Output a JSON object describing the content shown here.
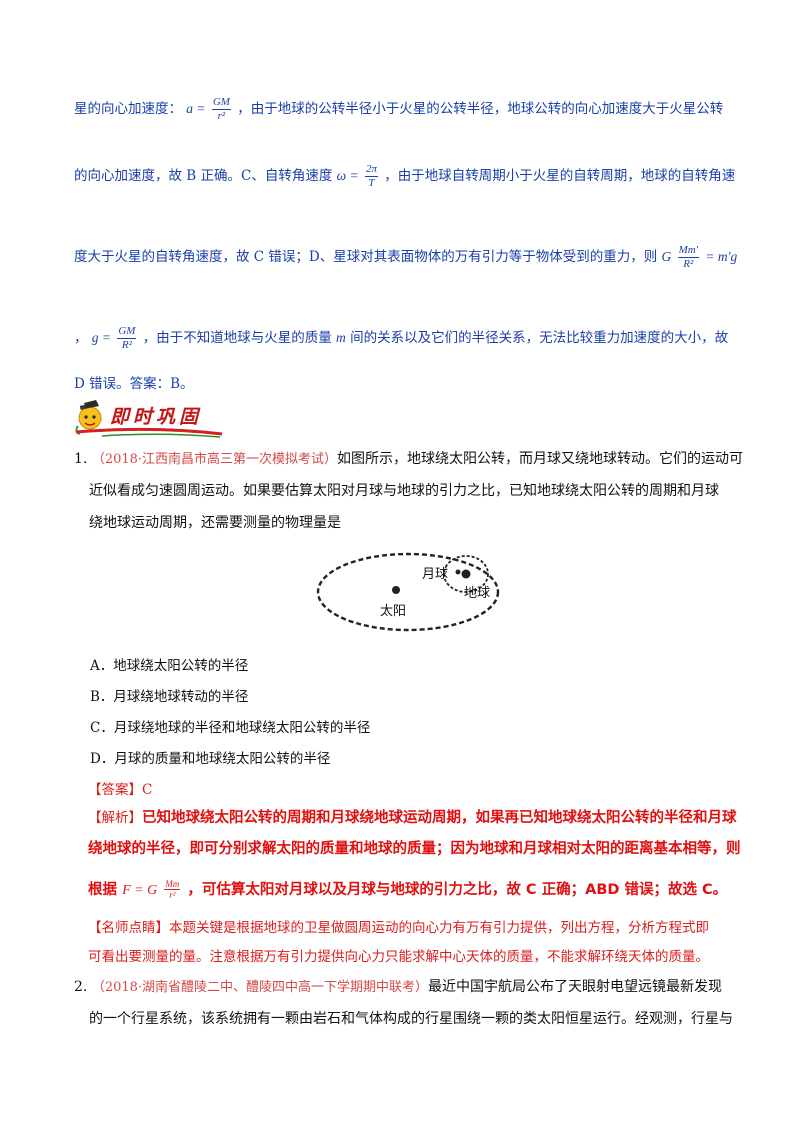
{
  "solution_prev": {
    "l1_a": "星的向心加速度：",
    "l1_formula_lhs": "a =",
    "l1_formula_num": "GM",
    "l1_formula_den": "r²",
    "l1_b": "，由于地球的公转半径小于火星的公转半径，地球公转的向心加速度大于火星公转",
    "l2_a": "的向心加速度，故 B 正确。C、自转角速度",
    "l2_formula_lhs": "ω =",
    "l2_formula_num": "2π",
    "l2_formula_den": "T",
    "l2_b": "，由于地球自转周期小于火星的自转周期，地球的自转角速",
    "l3_a": "度大于火星的自转角速度，故 C 错误；D、星球对其表面物体的万有引力等于物体受到的重力，则",
    "l3_formula_g": "G",
    "l3_formula_num": "Mm'",
    "l3_formula_den": "R²",
    "l3_formula_rhs": "= m'g",
    "l4_a": "，",
    "l4_formula_lhs": "g =",
    "l4_formula_num": "GM",
    "l4_formula_den": "R²",
    "l4_b": "，由于不知道地球与火星的质量",
    "l4_m": "m",
    "l4_c": "间的关系以及它们的半径关系，无法比较重力加速度的大小，故",
    "l5": "D 错误。答案：B。"
  },
  "banner": {
    "title": "即时巩固"
  },
  "q1": {
    "number": "1.",
    "source": "（2018·江西南昌市高三第一次模拟考试）",
    "stem_1": "如图所示，地球绕太阳公转，而月球又绕地球转动。它们的运动可",
    "stem_2": "近似看成匀速圆周运动。如果要估算太阳对月球与地球的引力之比，已知地球绕太阳公转的周期和月球",
    "stem_3": "绕地球运动周期，还需要测量的物理量是",
    "figure": {
      "moon_label": "月球",
      "earth_label": "地球",
      "sun_label": "太阳"
    },
    "options": [
      "A．地球绕太阳公转的半径",
      "B．月球绕地球转动的半径",
      "C．月球绕地球的半径和地球绕太阳公转的半径",
      "D．月球的质量和地球绕太阳公转的半径"
    ],
    "answer_tag": "【答案】C",
    "analysis_tag": "【解析】",
    "analysis_1": "已知地球绕太阳公转的周期和月球绕地球运动周期，如果再已知地球绕太阳公转的半径和月球",
    "analysis_2": "绕地球的半径，即可分别求解太阳的质量和地球的质量；因为地球和月球相对太阳的距离基本相等，则",
    "analysis_3_a": "根据",
    "analysis_3_f": "F = G",
    "analysis_3_num": "Mm",
    "analysis_3_den": "r²",
    "analysis_3_b": "，可估算太阳对月球以及月球与地球的引力之比，故 C 正确；ABD 错误；故选 C。",
    "tip_tag": "【名师点睛】",
    "tip_1": "本题关键是根据地球的卫星做圆周运动的向心力有万有引力提供，列出方程，分析方程式即",
    "tip_2": "可看出要测量的量。注意根据万有引力提供向心力只能求解中心天体的质量，不能求解环绕天体的质量。"
  },
  "q2": {
    "number": "2.",
    "source": "（2018·湖南省醴陵二中、醴陵四中高一下学期期中联考）",
    "stem_1": "最近中国宇航局公布了天眼射电望远镜最新发现",
    "stem_2": "的一个行星系统，该系统拥有一颗由岩石和气体构成的行星围绕一颗的类太阳恒星运行。经观测，行星与"
  },
  "colors": {
    "solution_blue": "#1a3fa8",
    "answer_red": "#d91e1e",
    "source_red": "#d24a4a"
  }
}
